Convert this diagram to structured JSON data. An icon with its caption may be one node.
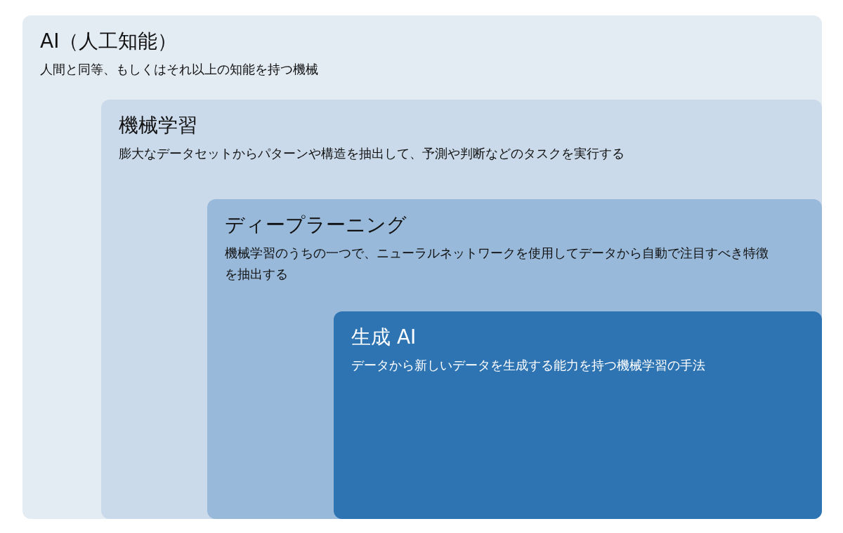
{
  "diagram": {
    "nodes": [
      {
        "text": [
          "AI（人工知能）",
          "人間と同等、もしくはそれ以上の知能を持つ機械"
        ]
      },
      {
        "text": [
          "機械学習",
          "膨大なデータセットからパターンや構造を抽出して、予測や判断などのタスクを実行する"
        ],
        "in": 0
      },
      {
        "text": [
          "ディープラーニング",
          "機械学習のうちの一つで、ニューラルネットワークを使用してデータから自動で注目すべき特徴を抽出する"
        ],
        "in": 1
      },
      {
        "text": [
          "生成 AI",
          "データから新しいデータを生成する能力を持つ機械学習の手法"
        ],
        "in": 2
      }
    ]
  }
}
